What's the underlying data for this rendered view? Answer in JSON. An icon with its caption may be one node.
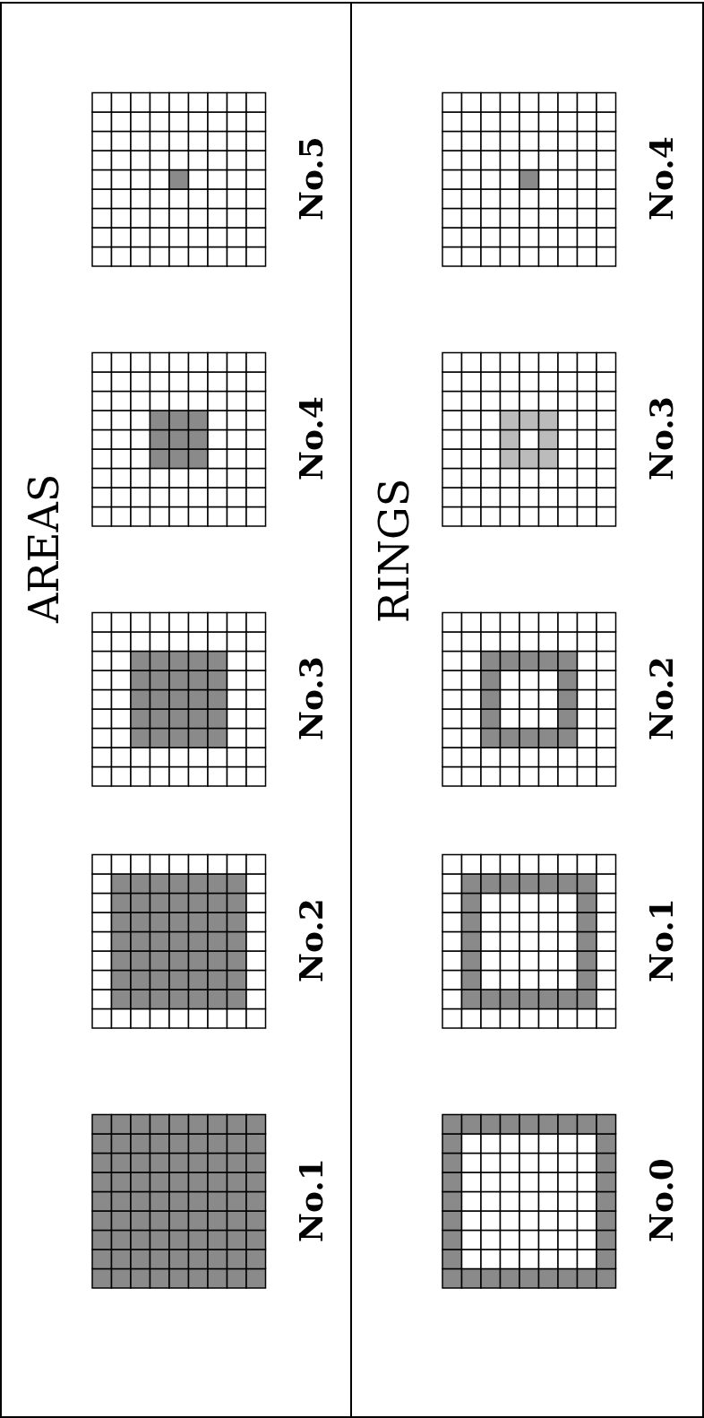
{
  "diagram": {
    "nodes": [
      {
        "text": [
          "AREAS"
        ]
      },
      {
        "text": [],
        "shape": "grid",
        "in": 0,
        "beside": [
          "No.1"
        ]
      },
      {
        "text": [],
        "shape": "grid",
        "in": 0,
        "beside": [
          "No.2"
        ]
      },
      {
        "text": [],
        "shape": "grid",
        "in": 0,
        "beside": [
          "No.3"
        ]
      },
      {
        "text": [],
        "shape": "grid",
        "in": 0,
        "beside": [
          "No.4"
        ]
      },
      {
        "text": [],
        "shape": "grid",
        "in": 0,
        "beside": [
          "No.5"
        ]
      },
      {
        "text": [
          "RINGS"
        ]
      },
      {
        "text": [],
        "shape": "grid",
        "in": 6,
        "beside": [
          "No.0"
        ]
      },
      {
        "text": [],
        "shape": "grid",
        "in": 6,
        "beside": [
          "No.1"
        ]
      },
      {
        "text": [],
        "shape": "grid",
        "in": 6,
        "beside": [
          "No.2"
        ]
      },
      {
        "text": [],
        "shape": "grid",
        "in": 6,
        "beside": [
          "No.3"
        ]
      },
      {
        "text": [],
        "shape": "grid",
        "in": 6,
        "beside": [
          "No.4"
        ]
      }
    ]
  }
}
